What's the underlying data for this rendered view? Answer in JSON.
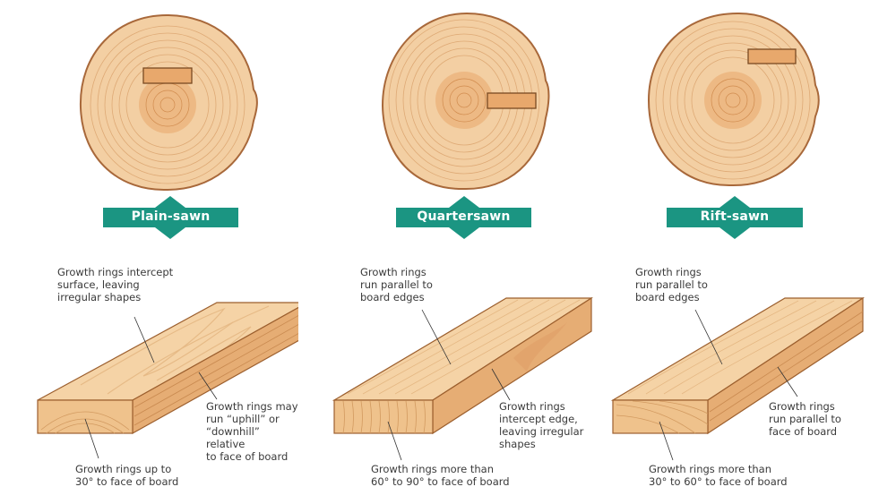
{
  "colors": {
    "banner": "#1b9582",
    "log_light": "#f3cfa3",
    "log_core": "#e8a86c",
    "log_edge": "#a8683a",
    "ring": "#d9a06a",
    "board_top": "#f5d3a6",
    "board_side": "#e6ad74",
    "board_end": "#efc28c",
    "outline": "#9c5f2e",
    "text": "#3a3a3a"
  },
  "panels": [
    {
      "title": "Plain-sawn",
      "labels": {
        "top": "Growth rings intercept\nsurface, leaving\nirregular shapes",
        "side": "Growth rings may\nrun “uphill” or\n“downhill” relative\nto face of board",
        "end": "Growth rings up to\n30° to face of board"
      }
    },
    {
      "title": "Quartersawn",
      "labels": {
        "top": "Growth rings\nrun parallel to\nboard edges",
        "side": "Growth rings\nintercept edge,\nleaving irregular\nshapes",
        "end": "Growth rings more than\n60° to 90° to face of board"
      }
    },
    {
      "title": "Rift-sawn",
      "labels": {
        "top": "Growth rings\nrun parallel to\nboard edges",
        "side": "Growth rings\nrun parallel to\nface of board",
        "end": "Growth rings more than\n30° to 60° to face of board"
      }
    }
  ]
}
